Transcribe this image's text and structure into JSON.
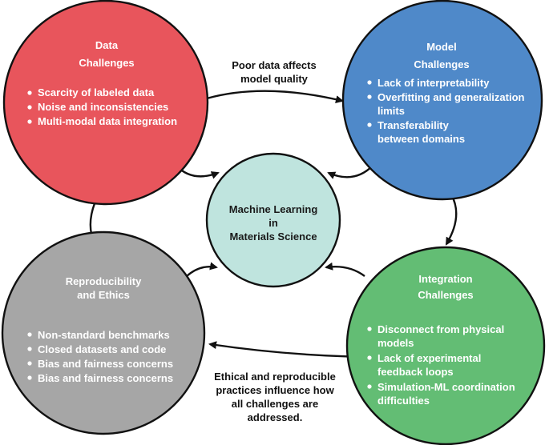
{
  "colors": {
    "data": "#e8555c",
    "model": "#4f89c9",
    "integration": "#63bd74",
    "reproducibility": "#a6a6a6",
    "center": "#bfe4de",
    "stroke": "#111111"
  },
  "center": {
    "lines": [
      "Machine Learning",
      "in",
      "Materials Science"
    ]
  },
  "data_challenges": {
    "title": [
      "Data",
      "Challenges"
    ],
    "items": [
      "Scarcity of labeled data",
      "Noise and inconsistencies",
      "Multi-modal data integration"
    ]
  },
  "model_challenges": {
    "title": [
      "Model",
      "Challenges"
    ],
    "items": [
      [
        "Lack of interpretability"
      ],
      [
        "Overfitting and generalization",
        "limits"
      ],
      [
        "Transferability",
        "between domains"
      ]
    ]
  },
  "integration_challenges": {
    "title": [
      "Integration",
      "Challenges"
    ],
    "items": [
      [
        "Disconnect from physical",
        "models"
      ],
      [
        "Lack of experimental",
        "feedback loops"
      ],
      [
        "Simulation-ML coordination",
        "difficulties"
      ]
    ]
  },
  "reproducibility_ethics": {
    "title": [
      "Reproducibility",
      "and Ethics"
    ],
    "items": [
      "Non-standard benchmarks",
      "Closed datasets and code",
      "Bias and fairness concerns",
      "Bias and fairness concerns"
    ]
  },
  "edge_labels": {
    "data_to_model": [
      "Poor data affects",
      "model quality"
    ],
    "ethics_note": [
      "Ethical and reproducible",
      "practices influence how",
      "all challenges are",
      "addressed."
    ]
  }
}
